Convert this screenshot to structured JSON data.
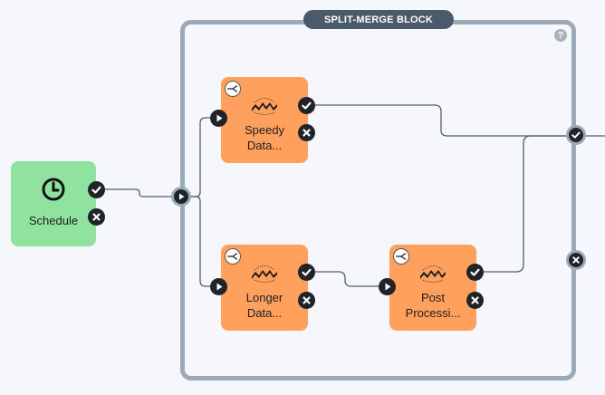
{
  "block": {
    "title": "SPLIT-MERGE BLOCK",
    "help_glyph": "?"
  },
  "nodes": {
    "schedule": {
      "label": "Schedule"
    },
    "speedy": {
      "label_line1": "Speedy",
      "label_line2": "Data..."
    },
    "longer": {
      "label_line1": "Longer",
      "label_line2": "Data..."
    },
    "post": {
      "label_line1": "Post",
      "label_line2": "Processi..."
    }
  },
  "colors": {
    "job_node": "#ffa05c",
    "trigger_node": "#8fe39f",
    "block_border": "#9aaabb",
    "title_badge": "#4a5a6c",
    "connector": "#555e66"
  },
  "icons": [
    "clock-icon",
    "success-check-icon",
    "failure-x-icon",
    "run-play-icon",
    "split-branch-icon",
    "fivetran-logo-icon",
    "help-icon"
  ]
}
